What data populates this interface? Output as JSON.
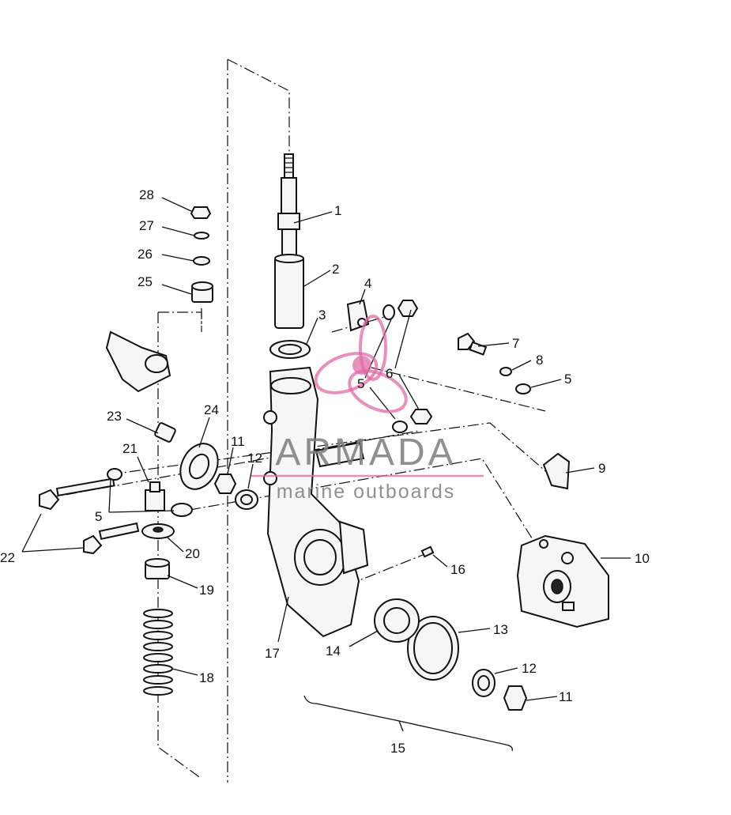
{
  "callouts": [
    {
      "id": "1",
      "text": "1"
    },
    {
      "id": "2",
      "text": "2"
    },
    {
      "id": "3",
      "text": "3"
    },
    {
      "id": "4",
      "text": "4"
    },
    {
      "id": "5a",
      "text": "5"
    },
    {
      "id": "6",
      "text": "6"
    },
    {
      "id": "7",
      "text": "7"
    },
    {
      "id": "8",
      "text": "8"
    },
    {
      "id": "5b",
      "text": "5"
    },
    {
      "id": "9",
      "text": "9"
    },
    {
      "id": "10",
      "text": "10"
    },
    {
      "id": "11a",
      "text": "11"
    },
    {
      "id": "12a",
      "text": "12"
    },
    {
      "id": "11b",
      "text": "11"
    },
    {
      "id": "12b",
      "text": "12"
    },
    {
      "id": "13",
      "text": "13"
    },
    {
      "id": "14",
      "text": "14"
    },
    {
      "id": "15",
      "text": "15"
    },
    {
      "id": "16",
      "text": "16"
    },
    {
      "id": "17",
      "text": "17"
    },
    {
      "id": "18",
      "text": "18"
    },
    {
      "id": "19",
      "text": "19"
    },
    {
      "id": "20",
      "text": "20"
    },
    {
      "id": "21",
      "text": "21"
    },
    {
      "id": "5c",
      "text": "5"
    },
    {
      "id": "22",
      "text": "22"
    },
    {
      "id": "23",
      "text": "23"
    },
    {
      "id": "24",
      "text": "24"
    },
    {
      "id": "25",
      "text": "25"
    },
    {
      "id": "26",
      "text": "26"
    },
    {
      "id": "27",
      "text": "27"
    },
    {
      "id": "28",
      "text": "28"
    }
  ],
  "watermark": {
    "brand": "ARMADA",
    "tagline": "marine outboards",
    "logo_icon": "propeller-logo-icon",
    "brand_color": "#e06aa6",
    "text_color": "#7d7d7d"
  }
}
